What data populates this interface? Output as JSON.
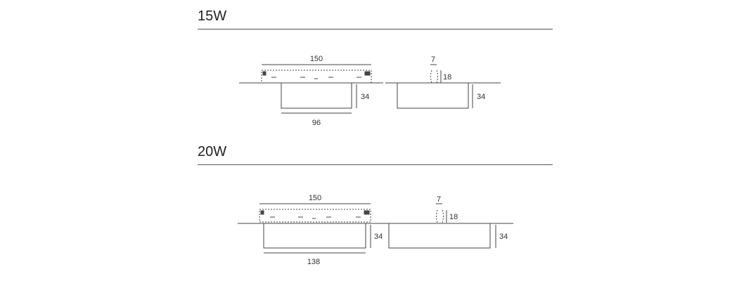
{
  "sections": [
    {
      "title": "15W",
      "front": {
        "driver_width": "150",
        "body_width": "96",
        "body_height": "34"
      },
      "side": {
        "driver_depth": "7",
        "driver_height": "18",
        "body_height": "34"
      }
    },
    {
      "title": "20W",
      "front": {
        "driver_width": "150",
        "body_width": "138",
        "body_height": "34"
      },
      "side": {
        "driver_depth": "7",
        "driver_height": "18",
        "body_height": "34"
      }
    }
  ],
  "colors": {
    "line": "#444444",
    "text": "#333333"
  }
}
